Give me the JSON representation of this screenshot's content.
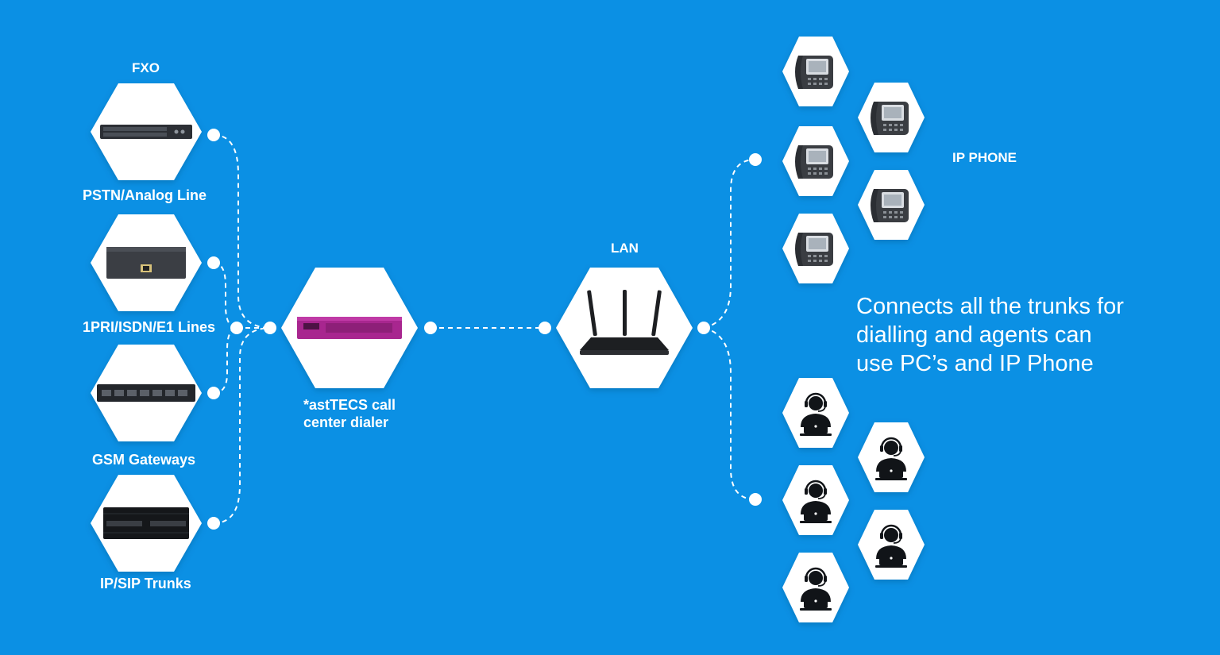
{
  "labels": {
    "fxo": "FXO",
    "pstn": "PSTN/Analog Line",
    "pri": "1PRI/ISDN/E1 Lines",
    "gsm": "GSM Gateways",
    "sip": "IP/SIP Trunks",
    "dialer_line1": "*astTECS call",
    "dialer_line2": "center dialer",
    "lan": "LAN",
    "ip_phone": "IP PHONE"
  },
  "tagline": {
    "line1": "Connects all the trunks for",
    "line2": "dialling and agents can",
    "line3": "use PC’s and IP Phone"
  },
  "colors": {
    "background": "#0b90e4",
    "node_fill": "#ffffff",
    "connector": "#ffffff",
    "dialer_device": "#a8268f",
    "device_dark": "#2c2f35"
  },
  "icons": {
    "fxo_gateway": "rack-fxo-gateway-icon",
    "pri_gateway": "pri-gateway-box-icon",
    "gsm_gateway": "gsm-gateway-rack-icon",
    "sip_trunk": "sip-trunk-chassis-icon",
    "dialer": "call-center-server-icon",
    "router": "wifi-router-icon",
    "ip_phone": "ip-phone-icon",
    "agent": "headset-agent-icon"
  }
}
